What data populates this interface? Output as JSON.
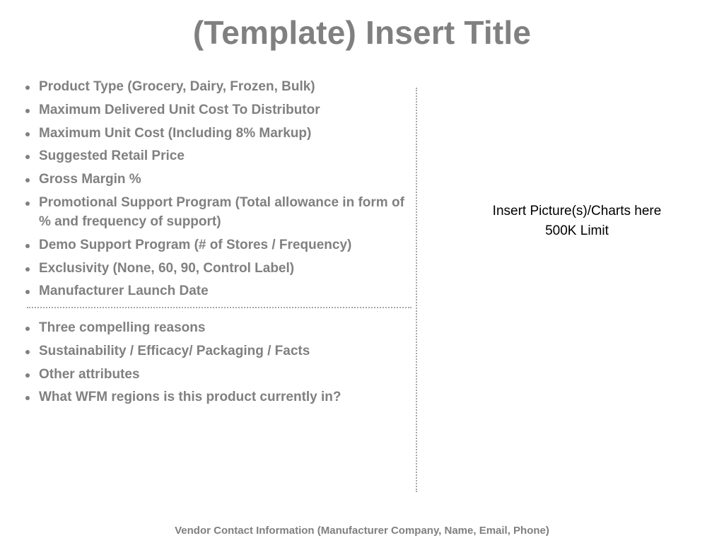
{
  "title": "(Template) Insert Title",
  "left_panel": {
    "top_items": [
      {
        "label": "Product Type (Grocery, Dairy, Frozen, Bulk)"
      },
      {
        "label": "Maximum Delivered Unit Cost To Distributor"
      },
      {
        "label": "Maximum Unit Cost (Including 8% Markup)"
      },
      {
        "label": "Suggested Retail Price"
      },
      {
        "label": "Gross Margin %"
      },
      {
        "label": "Promotional Support Program (Total allowance in form of % and frequency of support)"
      },
      {
        "label": "Demo Support Program (# of Stores / Frequency)"
      },
      {
        "label": "Exclusivity (None, 60, 90, Control Label)"
      },
      {
        "label": "Manufacturer Launch Date"
      }
    ],
    "bottom_items": [
      {
        "label": "Three compelling reasons"
      },
      {
        "label": "Sustainability / Efficacy/ Packaging / Facts"
      },
      {
        "label": "Other attributes"
      },
      {
        "label": "What WFM regions is this product currently in?"
      }
    ]
  },
  "right_panel": {
    "line1": "Insert Picture(s)/Charts here",
    "line2": "500K Limit"
  },
  "footer": "Vendor Contact Information (Manufacturer Company, Name, Email, Phone)",
  "colors": {
    "text_gray": "#808080",
    "divider_gray": "#a6a6a6",
    "placeholder_text": "#000000"
  }
}
